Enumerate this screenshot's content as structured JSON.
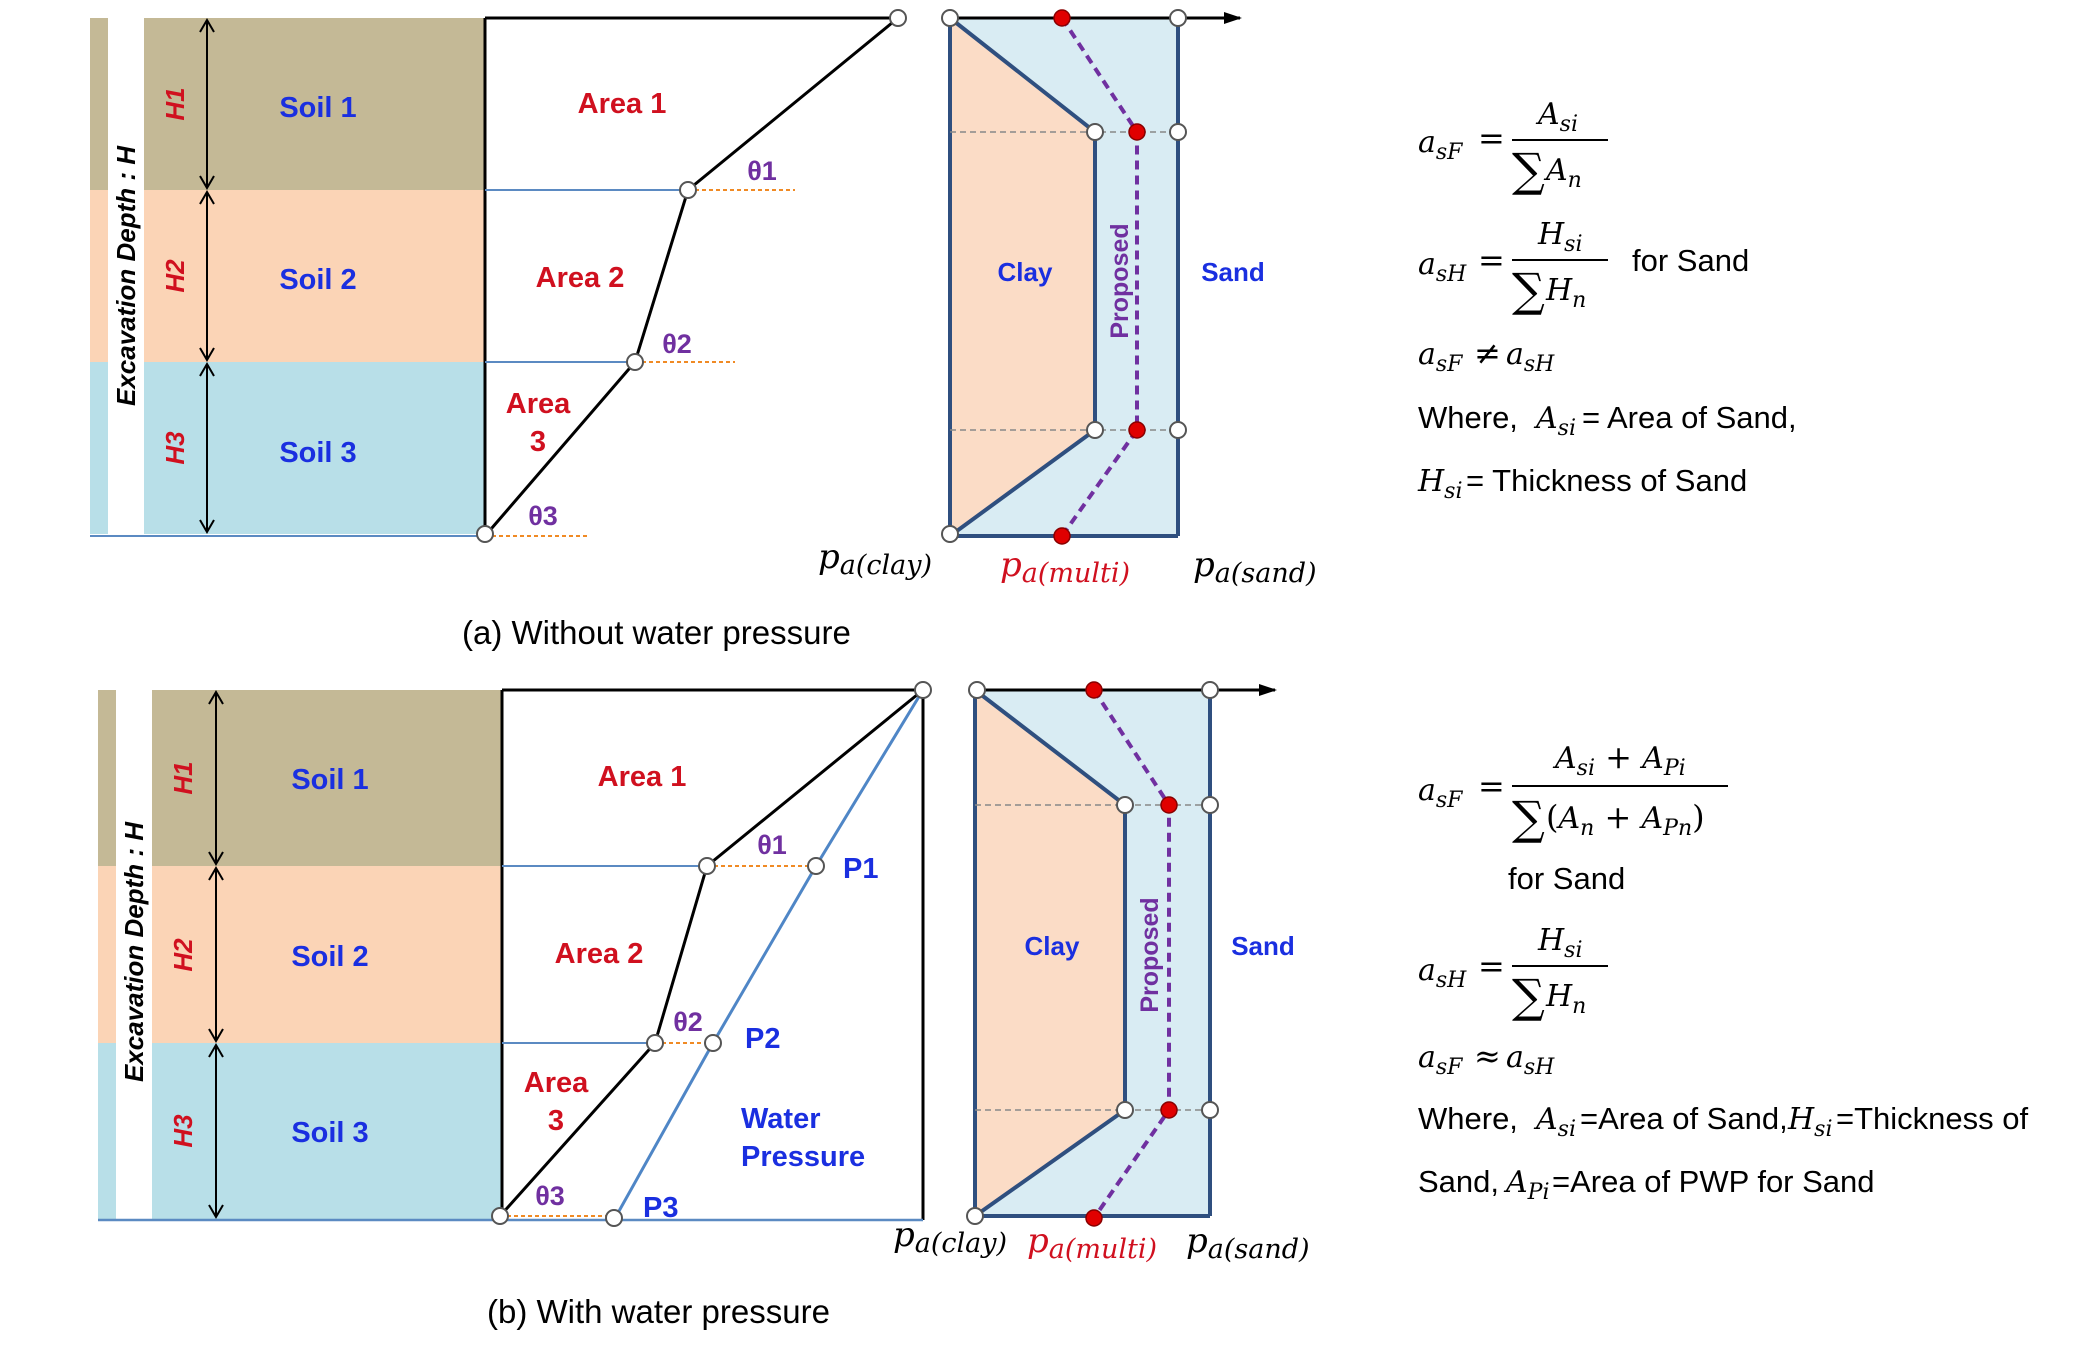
{
  "panel_a": {
    "caption": "(a)  Without  water  pressure",
    "layers": [
      {
        "name": "Soil 1",
        "h_label": "H1",
        "area_label": "Area 1",
        "angle_label": "θ1",
        "color": "#c4b996"
      },
      {
        "name": "Soil 2",
        "h_label": "H2",
        "area_label": "Area 2",
        "angle_label": "θ2",
        "color": "#fbd4b6"
      },
      {
        "name": "Soil 3",
        "h_label": "H3",
        "area_label_line1": "Area",
        "area_label_line2": "3",
        "angle_label": "θ3",
        "color": "#b8dfe8"
      }
    ],
    "depth_label": "Excavation Depth : H",
    "clay_label": "Clay",
    "sand_label": "Sand",
    "proposed_label": "Proposed",
    "pa_clay": {
      "main": "p",
      "sub": "a(clay)"
    },
    "pa_multi": {
      "main": "p",
      "sub": "a(multi)"
    },
    "pa_sand": {
      "main": "p",
      "sub": "a(sand)"
    }
  },
  "panel_b": {
    "caption": "(b)  With  water  pressure",
    "layers": [
      {
        "name": "Soil 1",
        "h_label": "H1",
        "area_label": "Area 1",
        "angle_label": "θ1",
        "p_label": "P1"
      },
      {
        "name": "Soil 2",
        "h_label": "H2",
        "area_label": "Area 2",
        "angle_label": "θ2",
        "p_label": "P2"
      },
      {
        "name": "Soil 3",
        "h_label": "H3",
        "area_label_line1": "Area",
        "area_label_line2": "3",
        "angle_label": "θ3",
        "p_label": "P3"
      }
    ],
    "water_label_line1": "Water",
    "water_label_line2": "Pressure",
    "depth_label": "Excavation Depth : H",
    "clay_label": "Clay",
    "sand_label": "Sand",
    "proposed_label": "Proposed",
    "pa_clay": {
      "main": "p",
      "sub": "a(clay)"
    },
    "pa_multi": {
      "main": "p",
      "sub": "a(multi)"
    },
    "pa_sand": {
      "main": "p",
      "sub": "a(sand)"
    }
  },
  "equations_a": {
    "for_sand": "for  Sand",
    "where_line": "Where,",
    "area_of_sand": "= Area  of  Sand,",
    "thickness_of_sand": "= Thickness  of  Sand"
  },
  "equations_b": {
    "for_sand": "for  Sand",
    "where_line": "Where,",
    "area_of_sand": "=Area  of  Sand,",
    "thickness_of_sand": "=Thickness  of",
    "sand_word": "Sand,",
    "area_of_pwp": "=Area  of  PWP  for  Sand"
  },
  "colors": {
    "soil1": "#c4b996",
    "soil2": "#fbd4b6",
    "soil3": "#b8dfe8",
    "clay_fill": "#fbdcc6",
    "sand_fill": "#d9ecf3",
    "outline": "#2f4f7f",
    "proposed": "#7030a0",
    "red_dot": "#e00000"
  }
}
